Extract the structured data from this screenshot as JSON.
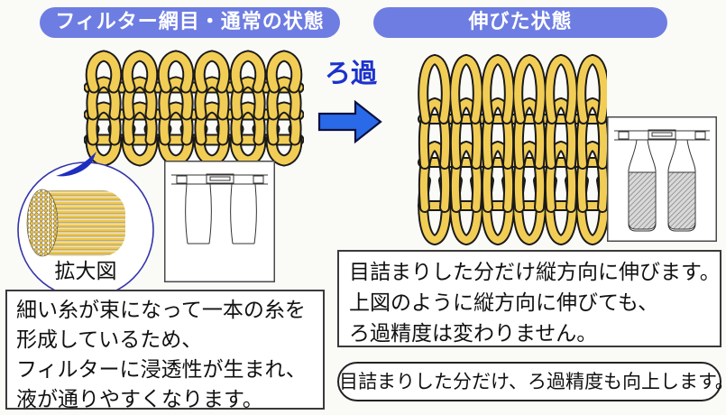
{
  "titles": {
    "left": "フィルター網目・通常の状態",
    "right": "伸びた状態"
  },
  "flow": {
    "label": "ろ過"
  },
  "magnifier": {
    "label": "拡大図"
  },
  "notes": {
    "left_lines": [
      "細い糸が束になって一本の糸を",
      "形成しているため、",
      "フィルターに浸透性が生まれ、",
      "液が通りやすくなります。"
    ],
    "right_lines": [
      "目詰まりした分だけ縦方向に伸びます。",
      "上図のように縦方向に伸びても、",
      "ろ過精度は変わりません。"
    ],
    "bottom_rounded": "目詰まりした分だけ、ろ過精度も向上します。"
  },
  "colors": {
    "background": "#fafaf7",
    "header_bg": "#6e7de2",
    "header_text": "#ffffff",
    "mesh_yellow": "#f2cd55",
    "mesh_outline": "#1a1a1a",
    "filtration_text": "#1c32cc",
    "arrow_fill": "#2a6ae8",
    "arrow_outline": "#0a1040",
    "magnifier_circle": "#3333aa",
    "pointer_blue": "#1e2ebe",
    "note_border": "#3a3a3a"
  }
}
